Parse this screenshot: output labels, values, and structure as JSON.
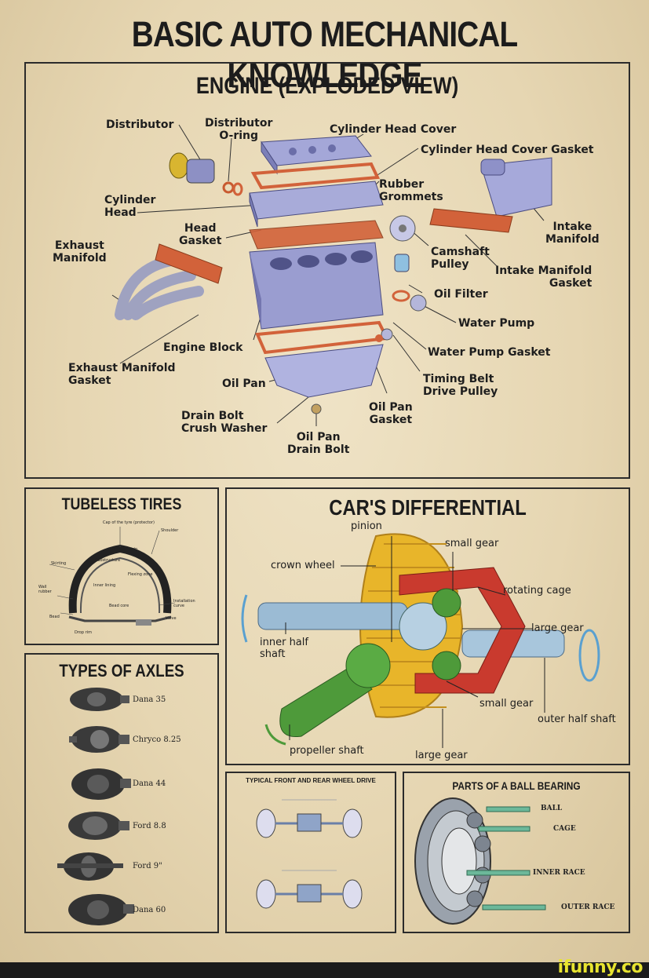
{
  "poster": {
    "title": "BASIC AUTO MECHANICAL KNOWLEDGE"
  },
  "engine": {
    "title": "ENGINE (EXPLODED VIEW)",
    "labels": {
      "distributor": "Distributor",
      "distributor_oring": "Distributor\nO-ring",
      "cylinder_head_cover": "Cylinder Head Cover",
      "cylinder_head_cover_gasket": "Cylinder Head Cover Gasket",
      "rubber_grommets": "Rubber\nGrommets",
      "cylinder_head": "Cylinder\nHead",
      "head_gasket": "Head\nGasket",
      "intake_manifold": "Intake\nManifold",
      "exhaust_manifold": "Exhaust\nManifold",
      "camshaft_pulley": "Camshaft\nPulley",
      "intake_manifold_gasket": "Intake Manifold\nGasket",
      "oil_filter": "Oil Filter",
      "water_pump": "Water Pump",
      "engine_block": "Engine Block",
      "water_pump_gasket": "Water Pump Gasket",
      "exhaust_manifold_gasket": "Exhaust Manifold\nGasket",
      "oil_pan": "Oil Pan",
      "timing_belt_drive_pulley": "Timing Belt\nDrive Pulley",
      "oil_pan_gasket": "Oil Pan\nGasket",
      "drain_bolt_crush_washer": "Drain Bolt\nCrush Washer",
      "oil_pan_drain_bolt": "Oil Pan\nDrain Bolt"
    }
  },
  "tires": {
    "title": "TUBELESS TIRES",
    "labels": [
      "Cap of the tyre (protector)",
      "Shoulder",
      "Breaker strip",
      "Substructure",
      "Skirting",
      "Flexing zone",
      "Inner lining",
      "Wall rubber",
      "Bead core",
      "Installation curve",
      "Bead",
      "Valve",
      "Drop rim"
    ]
  },
  "differential": {
    "title": "CAR'S DIFFERENTIAL",
    "labels": {
      "pinion": "pinion",
      "small_gear_top": "small gear",
      "crown_wheel": "crown wheel",
      "rotating_cage": "rotating cage",
      "large_gear_right": "large gear",
      "inner_half_shaft": "inner half\nshaft",
      "small_gear_bottom": "small gear",
      "outer_half_shaft": "outer  half shaft",
      "propeller_shaft": "propeller shaft",
      "large_gear_bottom": "large gear"
    }
  },
  "axles": {
    "title": "TYPES OF AXLES",
    "items": [
      "Dana 35",
      "Chryco 8.25",
      "Dana 44",
      "Ford 8.8",
      "Ford 9\"",
      "Dana 60"
    ]
  },
  "wheel_drive": {
    "title": "TYPICAL FRONT AND REAR WHEEL DRIVE"
  },
  "bearing": {
    "title": "PARTS OF A BALL BEARING",
    "items": [
      "BALL",
      "CAGE",
      "INNER RACE",
      "OUTER RACE"
    ]
  },
  "watermark": {
    "text": "ifunny.co"
  },
  "colors": {
    "paper": "#e8d9b6",
    "engine_metal": "#8f92c8",
    "gasket": "#d2623a",
    "gear_yellow": "#e8b52a",
    "gear_green": "#4e9a3a",
    "cage_red": "#c93a2e",
    "shaft_blue": "#9bbbd4"
  }
}
